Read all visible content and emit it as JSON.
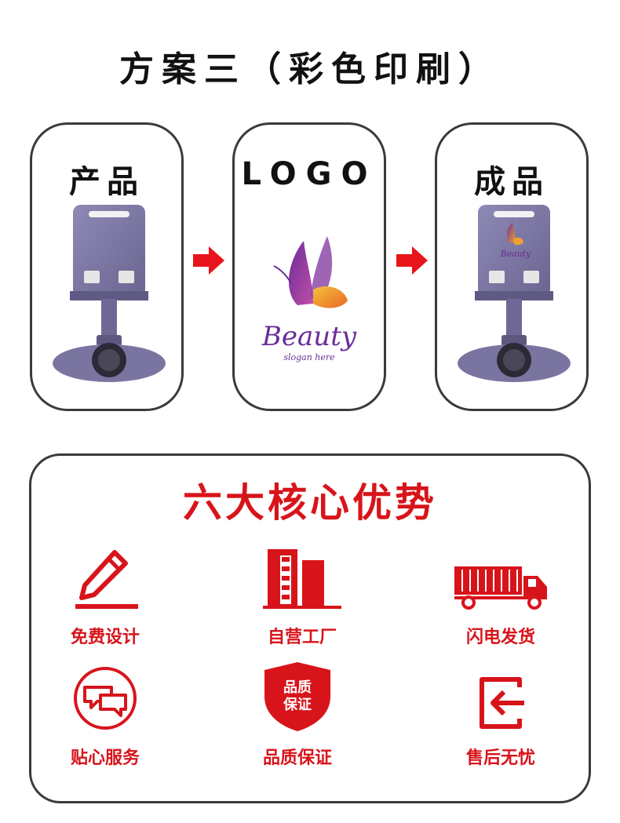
{
  "title": "方案三（彩色印刷）",
  "cards": [
    {
      "label": "产品"
    },
    {
      "label": "LOGO",
      "logo_text": "Beauty",
      "logo_sub": "slogan here"
    },
    {
      "label": "成品",
      "print_text": "Beauty"
    }
  ],
  "advantages": {
    "title": "六大核心优势",
    "items": [
      {
        "label": "免费设计",
        "icon": "pencil-icon"
      },
      {
        "label": "自营工厂",
        "icon": "factory-icon"
      },
      {
        "label": "闪电发货",
        "icon": "truck-icon"
      },
      {
        "label": "贴心服务",
        "icon": "chat-icon"
      },
      {
        "label": "品质保证",
        "icon": "shield-icon",
        "badge_line1": "品质",
        "badge_line2": "保证"
      },
      {
        "label": "售后无忧",
        "icon": "return-icon"
      }
    ]
  },
  "colors": {
    "accent": "#d8141b",
    "stand": "#7a75a0",
    "logo_purple": "#7b3fa0",
    "logo_orange": "#f0a030"
  }
}
